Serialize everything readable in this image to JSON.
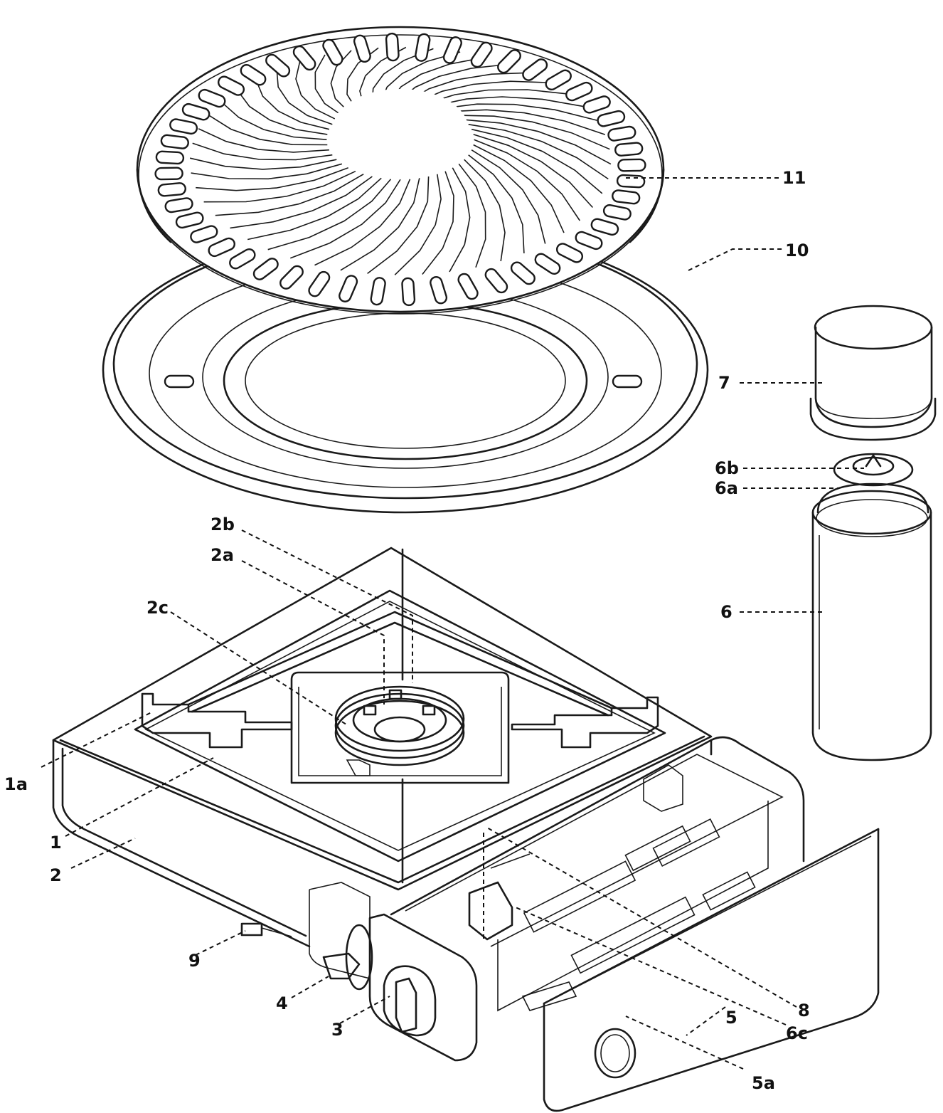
{
  "labels": {
    "grill_plate": "11",
    "drip_tray": "10",
    "cap": "7",
    "nozzle": "6b",
    "valve": "6a",
    "canister": "6",
    "burner_top": "2b",
    "burner": "2a",
    "burner_ring": "2c",
    "housing_edge": "1a",
    "top_plate": "1",
    "body": "2",
    "lever": "9",
    "ignition_knob": "4",
    "control_knob": "3",
    "spring_lever": "8",
    "compartment": "5",
    "compartment_hole": "5a",
    "connector": "6c"
  },
  "colors": {
    "line": "#1a1a1a",
    "background": "#ffffff"
  }
}
